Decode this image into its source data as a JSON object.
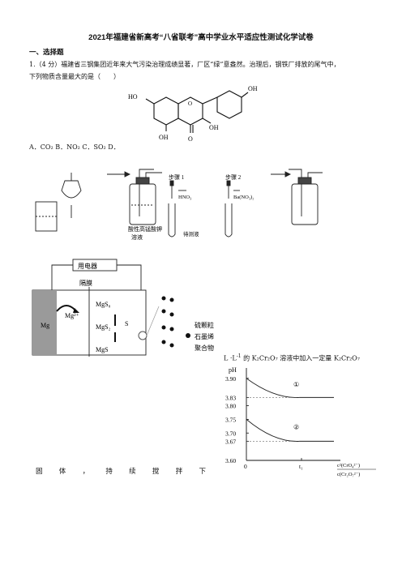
{
  "header": {
    "title": "2021年福建省新高考“八省联考”高中学业水平适应性测试化学试卷"
  },
  "section": {
    "label": "一、选择题"
  },
  "question1": {
    "line1": "1.（4 分）福建省三钢集团近年来大气污染治理成绩显著，厂区“绿”意盎然。治理后，钢铁厂排放的尾气中，",
    "line2": "下列物质含量最大的是（　　）",
    "options": "A．CO₂ B．NO₂ C．SO₂ D．"
  },
  "molecule": {
    "labels": [
      "HO",
      "OH",
      "OH",
      "OH",
      "O"
    ]
  },
  "apparatus": {
    "bottle_label_1": "酸性高锰酸钾",
    "bottle_label_2": "溶液",
    "step1": "步骤 1",
    "step2": "步骤 2",
    "reagent1": "HNO₃",
    "reagent2": "Ba(NO₃)₂",
    "sample": "待测液"
  },
  "battery": {
    "device": "用电器",
    "membrane": "隔膜",
    "anode": "Mg",
    "ion": "Mg²⁺",
    "species": [
      "MgS₈",
      "MgS₂",
      "MgS"
    ],
    "sulfur": "S",
    "legend": [
      "硫颗粒",
      "石墨烯",
      "聚合物"
    ]
  },
  "question_text": {
    "kline_prefix": "L ·L",
    "kline_sup": "-1",
    "kline_mid": " 的 K₂Cr₂O₇ 溶液中加入一定量 K₂Cr₂O₇",
    "guti": [
      "固",
      "体",
      "，",
      "持",
      "续",
      "搅",
      "拌",
      "下"
    ]
  },
  "chart_data": {
    "type": "line",
    "ylabel": "pH",
    "yticks": [
      3.6,
      3.67,
      3.7,
      3.75,
      3.8,
      3.83,
      3.9
    ],
    "xticks": [
      "0",
      "t₁"
    ],
    "xlabel_num": "c²(CrO₄²⁻)",
    "xlabel_den": "c(Cr₂O₇²⁻)",
    "series": [
      {
        "name": "①",
        "start": 3.9,
        "end": 3.83
      },
      {
        "name": "②",
        "start": 3.75,
        "end": 3.67
      }
    ]
  }
}
